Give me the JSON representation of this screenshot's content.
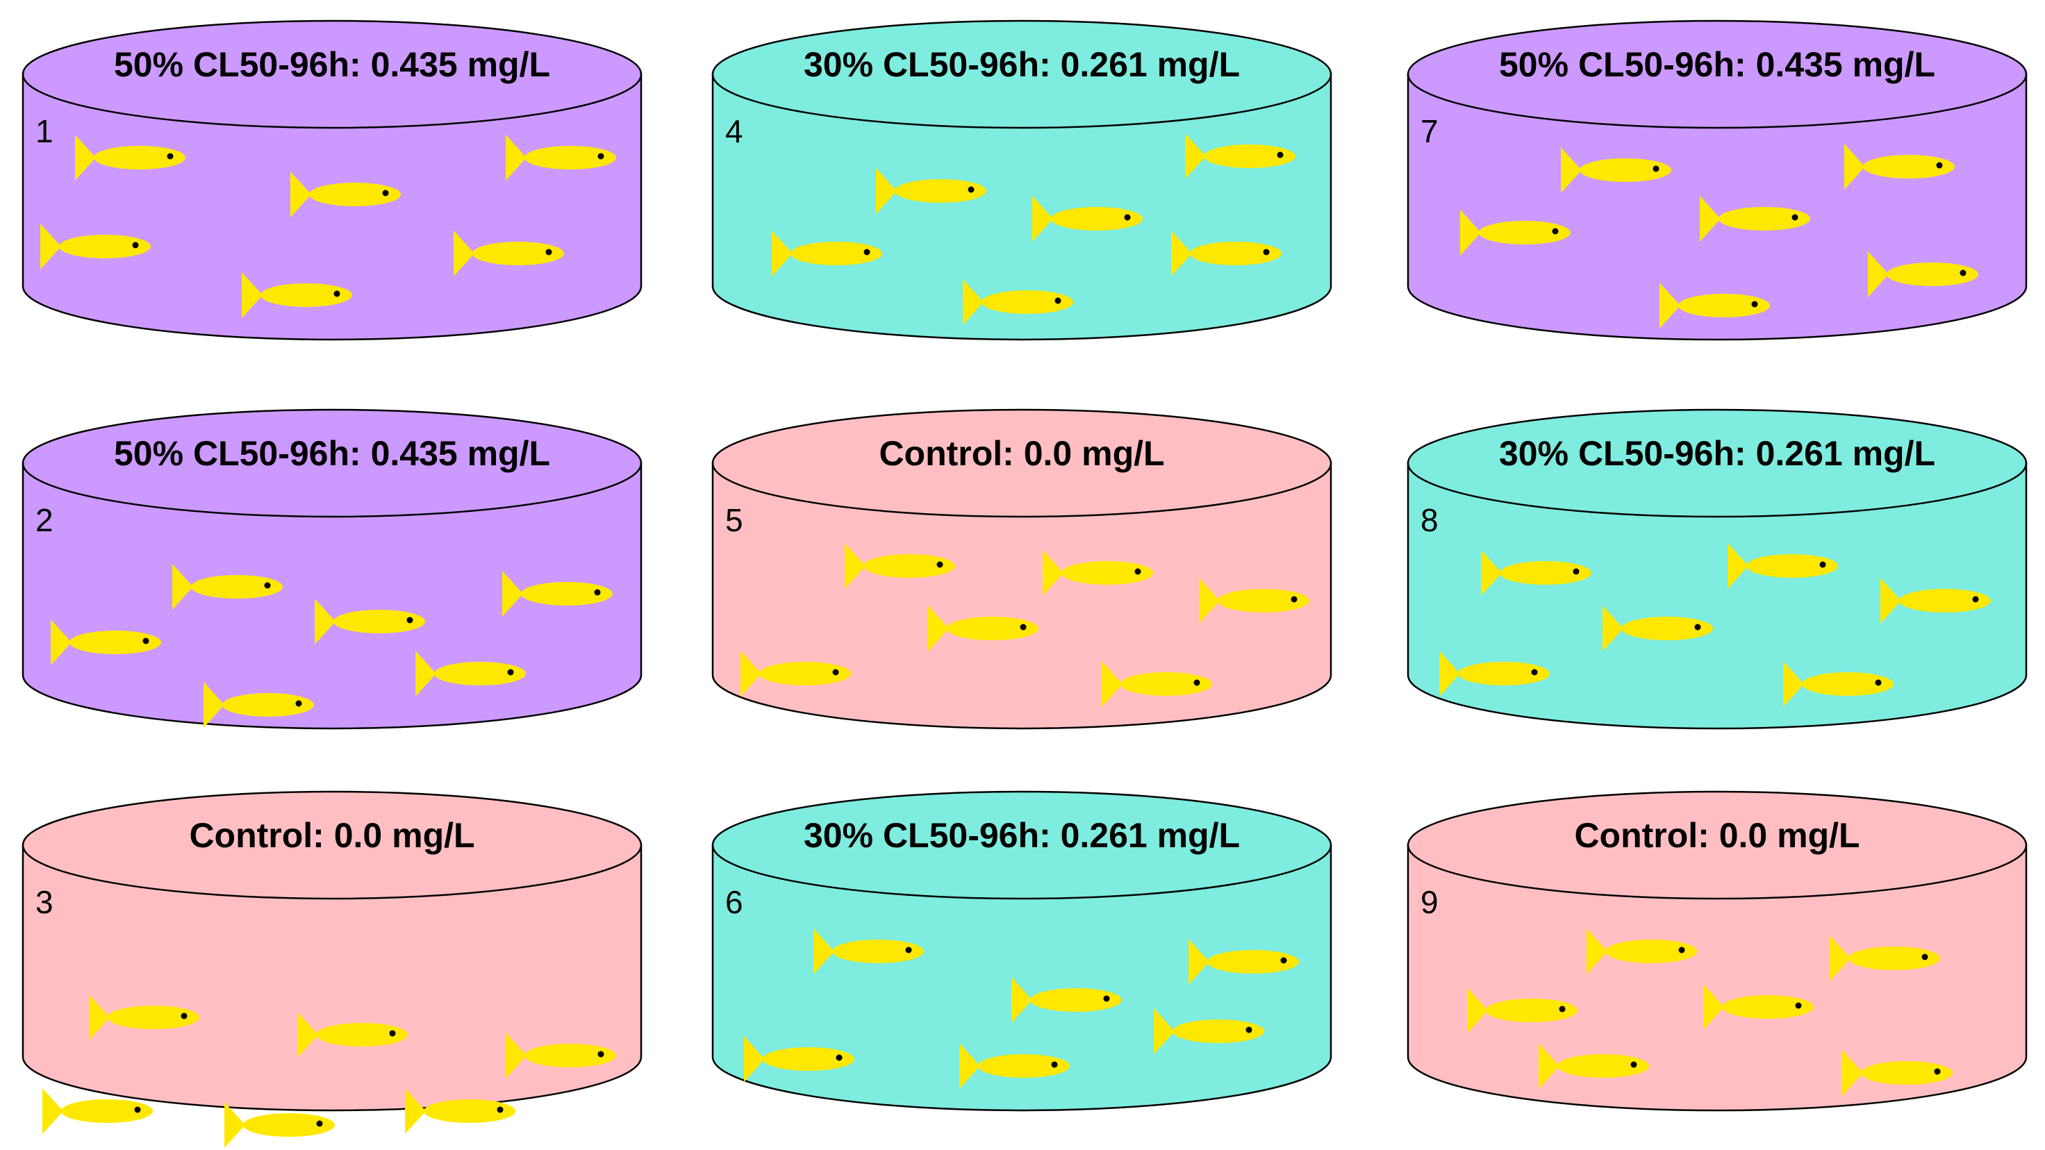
{
  "colors": {
    "high_dose": "#cc99ff",
    "low_dose": "#7eecdf",
    "control": "#ffbfc2",
    "fish": "#ffe800",
    "fish_eye": "#000000",
    "outline": "#000000"
  },
  "icons": {
    "fish": "fish-icon",
    "tank": "cylindrical-tank"
  },
  "tanks": [
    {
      "number": "1",
      "label": "50% CL50-96h: 0.435 mg/L",
      "group": "high_dose",
      "fish_count": 6
    },
    {
      "number": "2",
      "label": "50% CL50-96h: 0.435 mg/L",
      "group": "high_dose",
      "fish_count": 6
    },
    {
      "number": "3",
      "label": "Control: 0.0 mg/L",
      "group": "control",
      "fish_count": 6
    },
    {
      "number": "4",
      "label": "30% CL50-96h: 0.261 mg/L",
      "group": "low_dose",
      "fish_count": 6
    },
    {
      "number": "5",
      "label": "Control: 0.0 mg/L",
      "group": "control",
      "fish_count": 6
    },
    {
      "number": "6",
      "label": "30% CL50-96h: 0.261 mg/L",
      "group": "low_dose",
      "fish_count": 6
    },
    {
      "number": "7",
      "label": "50% CL50-96h: 0.435 mg/L",
      "group": "high_dose",
      "fish_count": 6
    },
    {
      "number": "8",
      "label": "30% CL50-96h: 0.261 mg/L",
      "group": "low_dose",
      "fish_count": 6
    },
    {
      "number": "9",
      "label": "Control: 0.0 mg/L",
      "group": "control",
      "fish_count": 6
    }
  ]
}
